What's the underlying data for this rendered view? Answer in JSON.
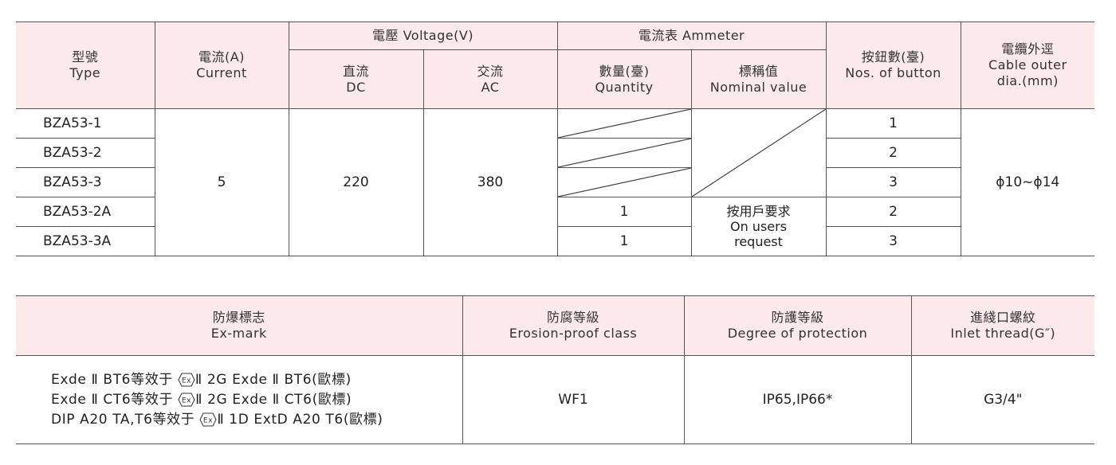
{
  "spec_table": {
    "headers": {
      "type": {
        "zh": "型號",
        "en": "Type"
      },
      "current": {
        "zh": "電流(A)",
        "en": "Current"
      },
      "voltage": {
        "label": "電壓 Voltage(V)",
        "dc": {
          "zh": "直流",
          "en": "DC"
        },
        "ac": {
          "zh": "交流",
          "en": "AC"
        }
      },
      "ammeter": {
        "label": "電流表 Ammeter",
        "quantity": {
          "zh": "數量(臺)",
          "en": "Quantity"
        },
        "nominal": {
          "zh": "標稱值",
          "en": "Nominal value"
        }
      },
      "buttons": {
        "zh": "按鈕數(臺)",
        "en": "Nos. of button"
      },
      "cable": {
        "zh": "電纜外逕",
        "en1": "Cable outer",
        "en2": "dia.(mm)"
      }
    },
    "rows": [
      {
        "type": "BZA53-1",
        "buttons": "1"
      },
      {
        "type": "BZA53-2",
        "buttons": "2"
      },
      {
        "type": "BZA53-3",
        "buttons": "3"
      },
      {
        "type": "BZA53-2A",
        "quantity": "1",
        "buttons": "2"
      },
      {
        "type": "BZA53-3A",
        "quantity": "1",
        "buttons": "3"
      }
    ],
    "current": "5",
    "dc": "220",
    "ac": "380",
    "nominal_user": {
      "zh": "按用戶要求",
      "en1": "On users",
      "en2": "request"
    },
    "cable_dia": "ϕ10~ϕ14"
  },
  "protection_table": {
    "headers": {
      "exmark": {
        "zh": "防爆標志",
        "en": "Ex-mark"
      },
      "erosion": {
        "zh": "防腐等級",
        "en": "Erosion-proof class"
      },
      "protection": {
        "zh": "防護等級",
        "en": "Degree of protection"
      },
      "inlet": {
        "zh": "進綫口螺紋",
        "en": "Inlet thread(G″)"
      }
    },
    "ex_symbol": "Ex",
    "exmark_lines": [
      {
        "pre": "Exde Ⅱ BT6等效于",
        "post": "Ⅱ 2G Exde Ⅱ BT6(歐標)"
      },
      {
        "pre": "Exde Ⅱ CT6等效于",
        "post": "Ⅱ 2G Exde Ⅱ CT6(歐標)"
      },
      {
        "pre": "DIP A20 TA,T6等效于 ",
        "post": "Ⅱ 1D ExtD A20 T6(歐標)"
      }
    ],
    "erosion": "WF1",
    "protection": "IP65,IP66*",
    "inlet": "G3/4\""
  },
  "colors": {
    "header_bg": "#fce9ea",
    "line": "#555555"
  }
}
